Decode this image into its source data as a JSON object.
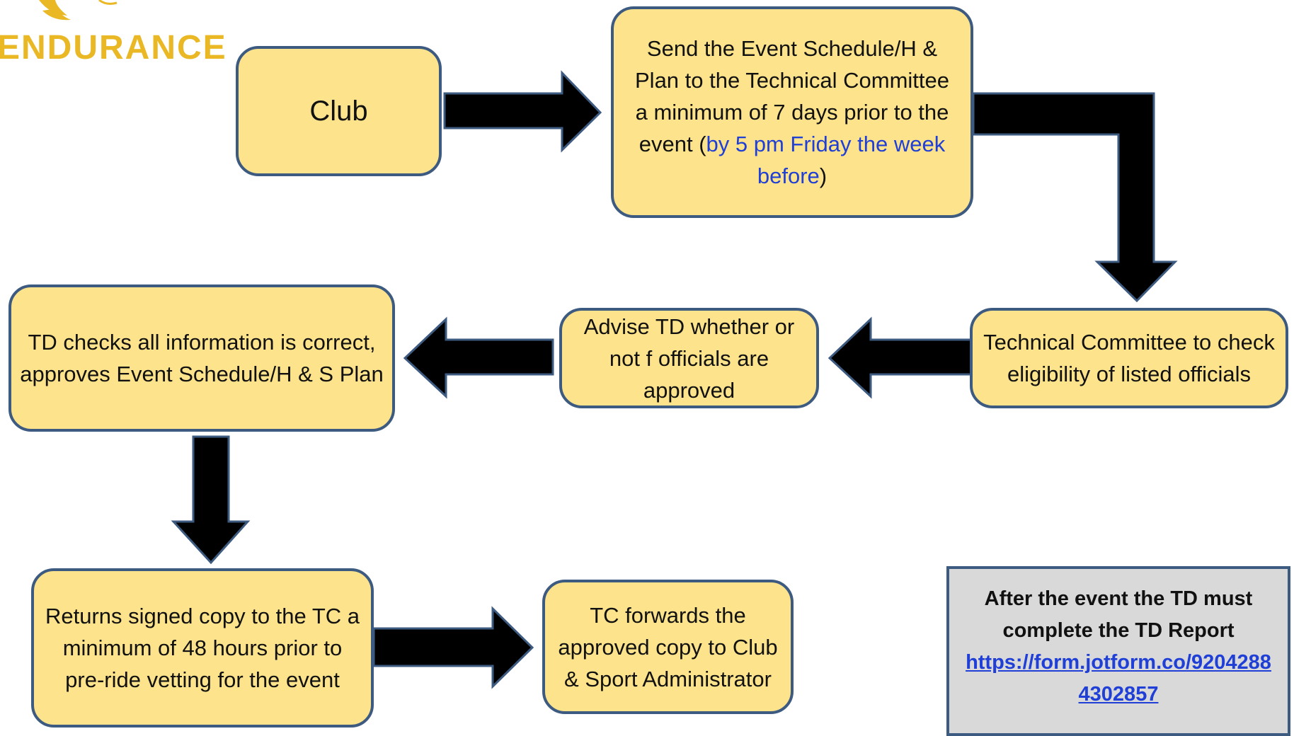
{
  "logo": {
    "text": "ENDURANCE",
    "icon": "leaf-icon",
    "color": "#e9b824"
  },
  "colors": {
    "box_fill": "#fde38b",
    "box_border": "#3d5a80",
    "arrow_fill": "#000000",
    "note_fill": "#d9d9d9",
    "link": "#1f3fd6"
  },
  "nodes": {
    "club": {
      "text": "Club"
    },
    "send": {
      "text": "Send the Event Schedule/H & Plan  to the Technical Committee a minimum of 7 days  prior to the event (",
      "highlight": "by 5 pm Friday the week before",
      "suffix": ")"
    },
    "tc_check": {
      "text": "Technical Committee to check eligibility of listed officials"
    },
    "advise": {
      "text": "Advise TD whether or not f officials are approved"
    },
    "td_checks": {
      "text": "TD checks all information is correct, approves Event Schedule/H & S Plan"
    },
    "returns": {
      "text": "Returns signed copy to the TC a minimum of 48 hours prior to pre-ride vetting for the event"
    },
    "forwards": {
      "text": "TC forwards the approved copy  to Club & Sport Administrator"
    }
  },
  "note": {
    "text": "After the event the TD must complete the TD Report",
    "link": "https://form.jotform.co/92042884302857"
  },
  "edges": [
    {
      "from": "club",
      "to": "send"
    },
    {
      "from": "send",
      "to": "tc_check"
    },
    {
      "from": "tc_check",
      "to": "advise"
    },
    {
      "from": "advise",
      "to": "td_checks"
    },
    {
      "from": "td_checks",
      "to": "returns"
    },
    {
      "from": "returns",
      "to": "forwards"
    }
  ]
}
